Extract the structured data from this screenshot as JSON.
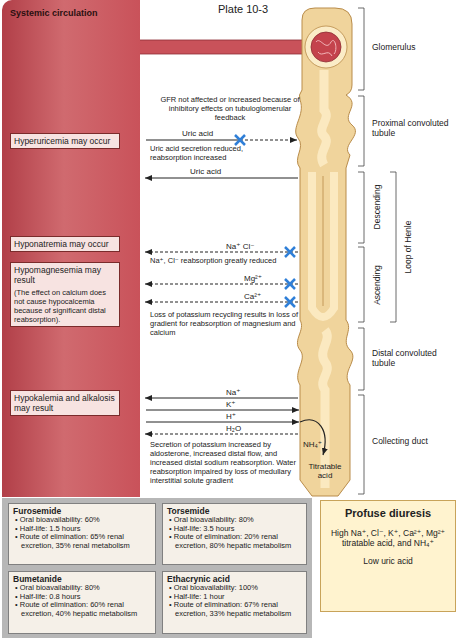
{
  "diagram": {
    "nodes": [
      {
        "text": [
          "Systemic circulation"
        ]
      },
      {
        "text": [
          "Hyperuricemia may occur"
        ],
        "in": 0
      },
      {
        "text": [
          "Hyponatremia may occur"
        ],
        "in": 0
      },
      {
        "text": [
          "Hypomagnesemia may result",
          "(The effect on calcium does not cause hypocalcemia because of significant distal reabsorption)."
        ],
        "in": 0
      },
      {
        "text": [
          "Hypokalemia and alkalosis may result"
        ],
        "in": 0
      },
      {
        "text": [
          "Profuse diuresis",
          "High Na⁺, Cl⁻, K⁺, Ca²⁺, Mg²⁺ titratable acid, and NH₄⁺",
          "Low uric acid"
        ]
      },
      {
        "text": [
          "Furosemide",
          "• Oral bioavailability: 60%",
          "• Half-life: 1.5 hours",
          "• Route of elimination: 65% renal excretion, 35% renal metabolism"
        ]
      },
      {
        "text": [
          "Torsemide",
          "• Oral bioavailability: 80%",
          "• Half-life: 3.5 hours",
          "• Route of elimination: 20% renal excretion, 80% hepatic metabolism"
        ]
      },
      {
        "text": [
          "Bumetanide",
          "• Oral bioavailability: 80%",
          "• Half-life: 0.8 hours",
          "• Route of elimination: 60% renal excretion, 40% hepatic metabolism"
        ]
      },
      {
        "text": [
          "Ethacrynic acid",
          "• Oral bioavailability: 100%",
          "• Half-life: 1 hour",
          "• Route of elimination: 67% renal excretion, 33% hepatic metabolism"
        ]
      }
    ],
    "labels": [
      "Plate 10-3",
      "Glomerulus",
      "Proximal convoluted tubule",
      "Descending",
      "Loop of Henle",
      "Ascending",
      "Distal convoluted tubule",
      "Collecting duct",
      "GFR not affected or increased because of inhibitory effects on tubuloglomerular feedback",
      "Uric acid",
      "Uric acid secretion reduced, reabsorption increased",
      "Uric acid",
      "Na⁺ Cl⁻",
      "Na⁺, Cl⁻ reabsorption greatly reduced",
      "Mg²⁺",
      "Ca²⁺",
      "Loss of potassium recycling results in loss of gradient for reabsorption of magnesium and calcium",
      "Na⁺",
      "K⁺",
      "H⁺",
      "H₂O",
      "Secretion of potassium increased by aldosterone, increased distal flow, and increased distal sodium reabsorption. Water reabsorption impaired by loss of medullary interstitial solute gradient",
      "NH₄⁺",
      "Titratable acid"
    ]
  }
}
